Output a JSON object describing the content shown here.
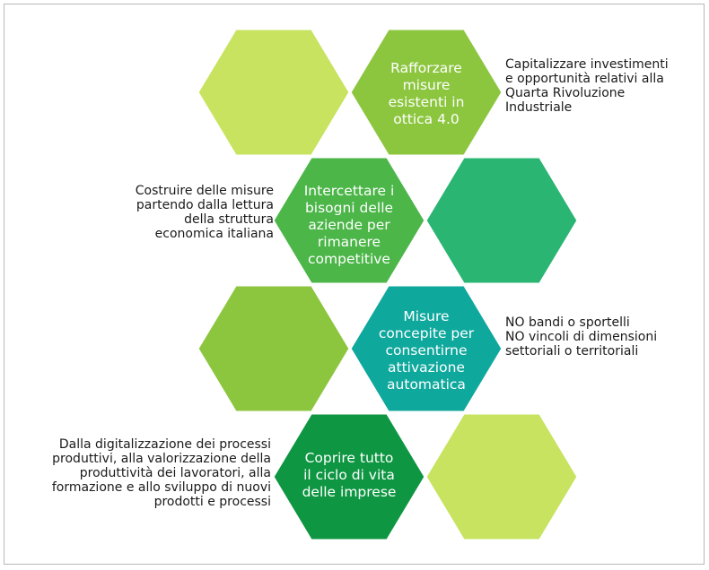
{
  "colors": {
    "light_green": "#c7e35f",
    "lime": "#8cc63f",
    "mid_green": "#4cb649",
    "emerald": "#2ab573",
    "teal": "#0fa89d",
    "dark_green": "#0e9642",
    "frame": "#b8b8b8"
  },
  "hexagons": [
    {
      "id": "hex-top-left",
      "color": "light_green",
      "label": ""
    },
    {
      "id": "hex-rafforzare",
      "color": "lime",
      "label": "Rafforzare\nmisure\nesistenti in\nottica 4.0"
    },
    {
      "id": "hex-intercettare",
      "color": "mid_green",
      "label": "Intercettare i\nbisogni delle\naziende per\nrimanere\ncompetitive"
    },
    {
      "id": "hex-mid-right",
      "color": "emerald",
      "label": ""
    },
    {
      "id": "hex-mid-left",
      "color": "lime",
      "label": ""
    },
    {
      "id": "hex-misure",
      "color": "teal",
      "label": "Misure\nconcepite per\nconsentirne\nattivazione\nautomatica"
    },
    {
      "id": "hex-coprire",
      "color": "dark_green",
      "label": "Coprire tutto\nil ciclo di vita\ndelle imprese"
    },
    {
      "id": "hex-bottom-right",
      "color": "light_green",
      "label": ""
    }
  ],
  "notes": {
    "rafforzare": "Capitalizzare investimenti\ne opportunità relativi alla\nQuarta Rivoluzione\nIndustriale",
    "intercettare": "Costruire delle misure\npartendo dalla lettura\ndella struttura\neconomica italiana",
    "misure": "NO bandi o sportelli\nNO vincoli di dimensioni\nsettoriali o territoriali",
    "coprire": "Dalla digitalizzazione dei processi\nproduttivi, alla valorizzazione della\nproduttività dei lavoratori, alla\nformazione e allo sviluppo di nuovi\nprodotti e processi"
  }
}
